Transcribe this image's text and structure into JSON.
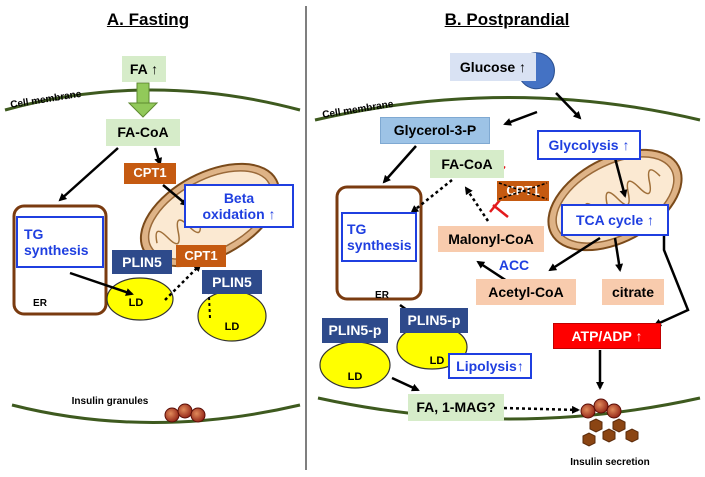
{
  "panel_a": {
    "title": "A. Fasting",
    "fa": "FA ↑",
    "membrane": "Cell membrane",
    "facoa": "FA-CoA",
    "cpt1_top": "CPT1",
    "cpt1_lower": "CPT1",
    "beta_ox_1": "Beta",
    "beta_ox_2": "oxidation ↑",
    "tg_1": "TG",
    "tg_2": "synthesis",
    "er": "ER",
    "plin5_left": "PLIN5",
    "plin5_right": "PLIN5",
    "ld_left": "LD",
    "ld_right": "LD",
    "granules": "Insulin granules"
  },
  "panel_b": {
    "title": "B. Postprandial",
    "glucose": "Glucose ↑",
    "membrane": "Cell membrane",
    "glycerol": "Glycerol-3-P",
    "glycolysis": "Glycolysis ↑",
    "facoa": "FA-CoA",
    "cpt_crossed": "CPT1",
    "tg_1": "TG",
    "tg_2": "synthesis",
    "tca": "TCA cycle ↑",
    "malonyl": "Malonyl-CoA",
    "acc": "ACC",
    "er": "ER",
    "acetyl": "Acetyl-CoA",
    "citrate": "citrate",
    "plin5p_left": "PLIN5-p",
    "plin5p_right": "PLIN5-p",
    "atp": "ATP/ADP ↑",
    "ld_left": "LD",
    "ld_right": "LD",
    "lipolysis": "Lipolysis↑",
    "fa_mag": "FA, 1-MAG?",
    "secretion": "Insulin secretion"
  },
  "colors": {
    "arrow": "#000000",
    "membrane": "#3e5a1f",
    "er_border": "#7a3b10",
    "ld_fill": "#ffff00",
    "inhibit": "#e31a1c"
  }
}
